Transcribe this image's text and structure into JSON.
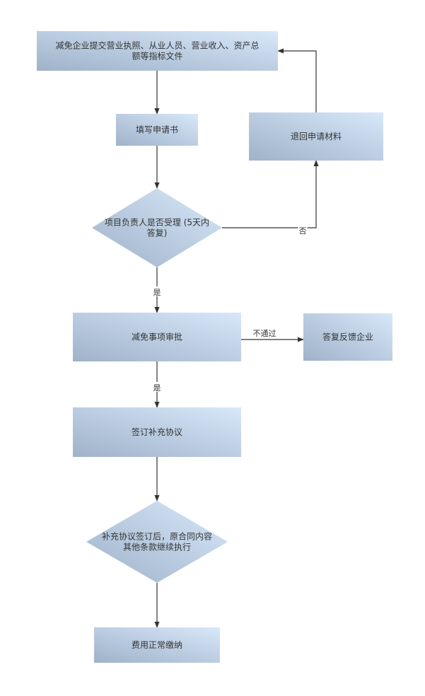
{
  "diagram": {
    "type": "flowchart",
    "colors": {
      "fill_light": "#d8e8fa",
      "fill_dark": "#9fb2c9",
      "line": "#333333",
      "text": "#333333",
      "background": "#ffffff"
    },
    "nodes": [
      {
        "id": "submit",
        "shape": "rect",
        "lines": [
          "减免企业提交营业执照、从业人员、营业收入、资产总",
          "额等指标文件"
        ]
      },
      {
        "id": "fill-form",
        "shape": "rect",
        "lines": [
          "填写申请书"
        ]
      },
      {
        "id": "accept-decision",
        "shape": "diamond",
        "lines": [
          "项目负责人是否受理 (5天内",
          "答复)"
        ]
      },
      {
        "id": "return-materials",
        "shape": "rect",
        "lines": [
          "退回申请材料"
        ]
      },
      {
        "id": "approval",
        "shape": "rect",
        "lines": [
          "减免事项审批"
        ]
      },
      {
        "id": "feedback",
        "shape": "rect",
        "lines": [
          "答复反馈企业"
        ]
      },
      {
        "id": "sign-agreement",
        "shape": "rect",
        "lines": [
          "签订补充协议"
        ]
      },
      {
        "id": "continue-contract",
        "shape": "diamond",
        "lines": [
          "补充协议签订后，原合同内容",
          "其他条款继续执行"
        ]
      },
      {
        "id": "pay-fees",
        "shape": "rect",
        "lines": [
          "费用正常缴纳"
        ]
      }
    ],
    "edges": [
      {
        "from": "submit",
        "to": "fill-form",
        "label": ""
      },
      {
        "from": "fill-form",
        "to": "accept-decision",
        "label": ""
      },
      {
        "from": "accept-decision",
        "to": "return-materials",
        "label": "否"
      },
      {
        "from": "return-materials",
        "to": "submit",
        "label": ""
      },
      {
        "from": "accept-decision",
        "to": "approval",
        "label": "是"
      },
      {
        "from": "approval",
        "to": "feedback",
        "label": "不通过"
      },
      {
        "from": "approval",
        "to": "sign-agreement",
        "label": "是"
      },
      {
        "from": "sign-agreement",
        "to": "continue-contract",
        "label": ""
      },
      {
        "from": "continue-contract",
        "to": "pay-fees",
        "label": ""
      }
    ]
  }
}
